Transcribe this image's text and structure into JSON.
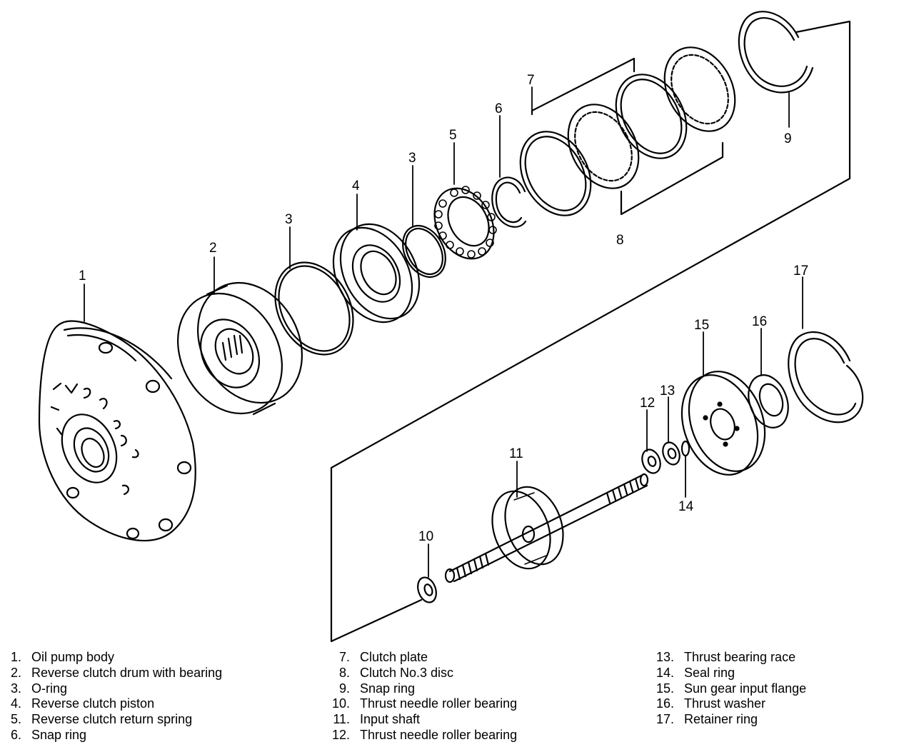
{
  "callouts": {
    "c1": "1",
    "c2": "2",
    "c3a": "3",
    "c3b": "3",
    "c4": "4",
    "c5": "5",
    "c6": "6",
    "c7": "7",
    "c8": "8",
    "c9": "9",
    "c10": "10",
    "c11": "11",
    "c12": "12",
    "c13": "13",
    "c14": "14",
    "c15": "15",
    "c16": "16",
    "c17": "17"
  },
  "legend": [
    {
      "num": "1.",
      "label": "Oil pump body"
    },
    {
      "num": "2.",
      "label": "Reverse clutch drum with bearing"
    },
    {
      "num": "3.",
      "label": "O-ring"
    },
    {
      "num": "4.",
      "label": "Reverse clutch piston"
    },
    {
      "num": "5.",
      "label": "Reverse clutch return spring"
    },
    {
      "num": "6.",
      "label": "Snap ring"
    },
    {
      "num": "7.",
      "label": "Clutch plate"
    },
    {
      "num": "8.",
      "label": "Clutch No.3 disc"
    },
    {
      "num": "9.",
      "label": "Snap ring"
    },
    {
      "num": "10.",
      "label": "Thrust needle roller bearing"
    },
    {
      "num": "11.",
      "label": "Input shaft"
    },
    {
      "num": "12.",
      "label": "Thrust needle roller bearing"
    },
    {
      "num": "13.",
      "label": "Thrust bearing race"
    },
    {
      "num": "14.",
      "label": "Seal ring"
    },
    {
      "num": "15.",
      "label": "Sun gear input flange"
    },
    {
      "num": "16.",
      "label": "Thrust washer"
    },
    {
      "num": "17.",
      "label": "Retainer ring"
    }
  ]
}
